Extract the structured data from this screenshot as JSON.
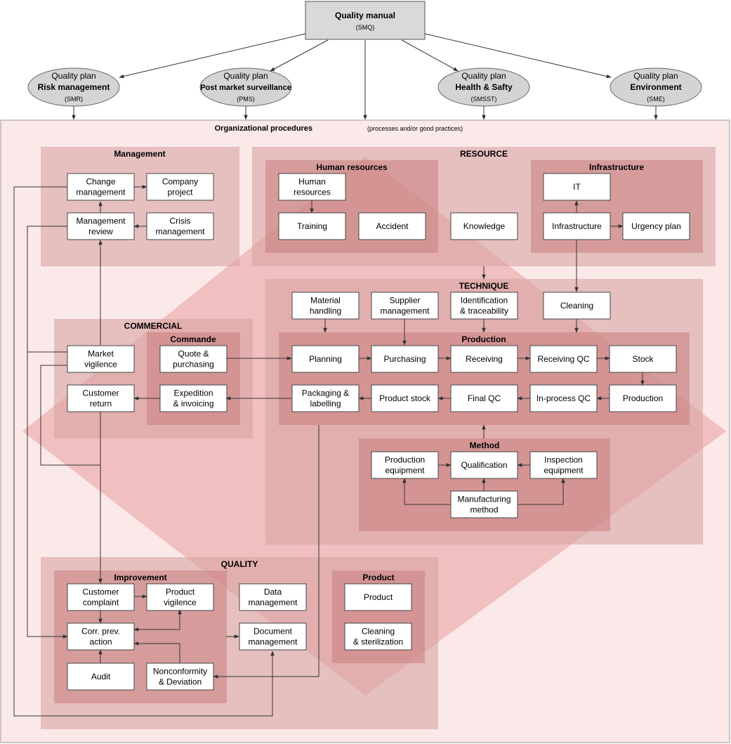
{
  "manual": {
    "title": "Quality manual",
    "code": "(SMQ)"
  },
  "plans": [
    {
      "line1": "Quality plan",
      "line2": "Risk management",
      "code": "(SMR)"
    },
    {
      "line1": "Quality plan",
      "line2": "Post market surveillance",
      "code": "(PMS)"
    },
    {
      "line1": "Quality plan",
      "line2": "Health & Safty",
      "code": "(SMSST)"
    },
    {
      "line1": "Quality plan",
      "line2": "Environment",
      "code": "(SME)"
    }
  ],
  "organizational": {
    "title": "Organizational procedures",
    "subtitle": "(processes and/or good practices)"
  },
  "groups": {
    "management": "Management",
    "resource": "RESOURCE",
    "human_resources": "Human resources",
    "infrastructure": "Infrastructure",
    "technique": "TECHNIQUE",
    "commercial": "COMMERCIAL",
    "commande": "Commande",
    "production": "Production",
    "method": "Method",
    "quality": "QUALITY",
    "improvement": "Improvement",
    "product": "Product"
  },
  "boxes": {
    "change_mgmt": [
      "Change",
      "management"
    ],
    "company_project": [
      "Company",
      "project"
    ],
    "mgmt_review": [
      "Management",
      "review"
    ],
    "crisis_mgmt": [
      "Crisis",
      "management"
    ],
    "human_res": [
      "Human",
      "resources"
    ],
    "training": [
      "Training"
    ],
    "accident": [
      "Accident"
    ],
    "knowledge": [
      "Knowledge"
    ],
    "it": [
      "IT"
    ],
    "infrastructure": [
      "Infrastructure"
    ],
    "urgency": [
      "Urgency plan"
    ],
    "material": [
      "Material",
      "handling"
    ],
    "supplier": [
      "Supplier",
      "management"
    ],
    "ident": [
      "Identification",
      "& traceability"
    ],
    "cleaning": [
      "Cleaning"
    ],
    "market": [
      "Market",
      "vigilence"
    ],
    "quote": [
      "Quote &",
      "purchasing"
    ],
    "cust_return": [
      "Customer",
      "return"
    ],
    "expedition": [
      "Expedition",
      "& invoicing"
    ],
    "planning": [
      "Planning"
    ],
    "purchasing": [
      "Purchasing"
    ],
    "receiving": [
      "Receiving"
    ],
    "receiving_qc": [
      "Receiving QC"
    ],
    "stock": [
      "Stock"
    ],
    "packaging": [
      "Packaging &",
      "labelling"
    ],
    "product_stock": [
      "Product stock"
    ],
    "final_qc": [
      "Final QC"
    ],
    "inprocess_qc": [
      "In-process QC"
    ],
    "production": [
      "Production"
    ],
    "prod_equip": [
      "Production",
      "equipment"
    ],
    "qualification": [
      "Qualification"
    ],
    "inspection": [
      "Inspection",
      "equipment"
    ],
    "manuf_method": [
      "Manufacturing",
      "method"
    ],
    "cust_complaint": [
      "Customer",
      "complaint"
    ],
    "product_vig": [
      "Product",
      "vigilence"
    ],
    "data_mgmt": [
      "Data",
      "management"
    ],
    "corr_prev": [
      "Corr. prev.",
      "action"
    ],
    "doc_mgmt": [
      "Document",
      "management"
    ],
    "audit": [
      "Audit"
    ],
    "nonconformity": [
      "Nonconformity",
      "& Deviation"
    ],
    "product": [
      "Product"
    ],
    "cleaning_ster": [
      "Cleaning",
      "& sterilization"
    ]
  },
  "colors": {
    "outer_bg": "#fbe8e8",
    "region": "#e9c5c5",
    "subregion": "#d9a3a3",
    "watermark": "#e38e8e",
    "box_border": "#444444",
    "ellipse_fill": "#d4d4d4",
    "line": "#333333"
  }
}
